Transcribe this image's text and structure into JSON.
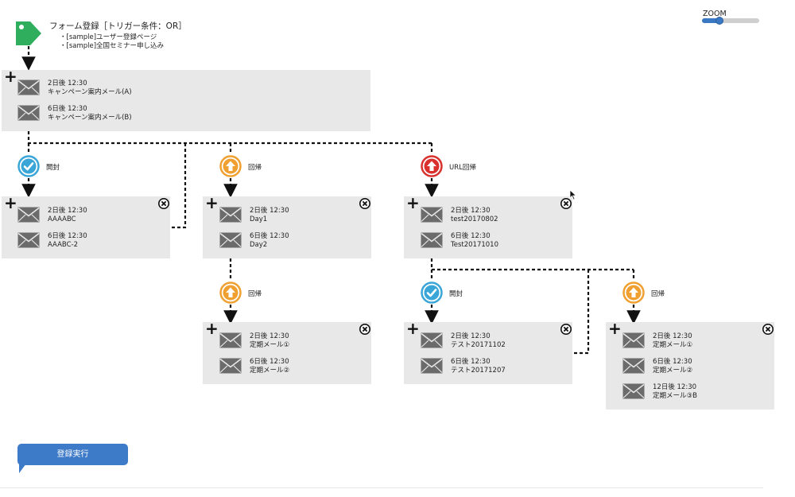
{
  "trigger": {
    "title": "フォーム登録［トリガー条件：OR］",
    "forms": [
      "・[sample]ユーザー登録ページ",
      "・[sample]全国セミナー申し込み"
    ],
    "icon": "tag-icon",
    "color": "#2fae5d"
  },
  "zoom": {
    "label": "ZOOM",
    "level": 0.3
  },
  "steps": {
    "root": [
      {
        "timing": "2日後 12:30",
        "name": "キャンペーン案内メール(A)"
      },
      {
        "timing": "6日後 12:30",
        "name": "キャンペーン案内メール(B)"
      }
    ],
    "branch_open": [
      {
        "timing": "2日後 12:30",
        "name": "AAAABC"
      },
      {
        "timing": "6日後 12:30",
        "name": "AAABC-2"
      }
    ],
    "branch_reply": [
      {
        "timing": "2日後 12:30",
        "name": "Day1"
      },
      {
        "timing": "6日後 12:30",
        "name": "Day2"
      }
    ],
    "branch_url": [
      {
        "timing": "2日後 12:30",
        "name": "test20170802"
      },
      {
        "timing": "6日後 12:30",
        "name": "Test20171010"
      }
    ],
    "reply_sub": [
      {
        "timing": "2日後 12:30",
        "name": "定期メール①"
      },
      {
        "timing": "6日後 12:30",
        "name": "定期メール②"
      }
    ],
    "url_open_sub": [
      {
        "timing": "2日後 12:30",
        "name": "テスト20171102"
      },
      {
        "timing": "6日後 12:30",
        "name": "テスト20171207"
      }
    ],
    "url_reply_sub": [
      {
        "timing": "2日後 12:30",
        "name": "定期メール①"
      },
      {
        "timing": "6日後 12:30",
        "name": "定期メール②"
      },
      {
        "timing": "12日後 12:30",
        "name": "定期メール③B"
      }
    ]
  },
  "conditions": {
    "open_label": "開封",
    "reply_label": "回帰",
    "url_reply_label": "URL回帰"
  },
  "colors": {
    "open": "#3aa6d8",
    "reply": "#f0a030",
    "url_reply": "#d9322e",
    "box": "#e8e8e8",
    "button": "#3d7ac8"
  },
  "icons": {
    "add": "plus-icon",
    "remove": "close-circle-icon",
    "mail": "envelope-icon",
    "open": "check-circle-icon",
    "reply": "up-arrow-circle-icon"
  },
  "submit_label": "登録実行"
}
